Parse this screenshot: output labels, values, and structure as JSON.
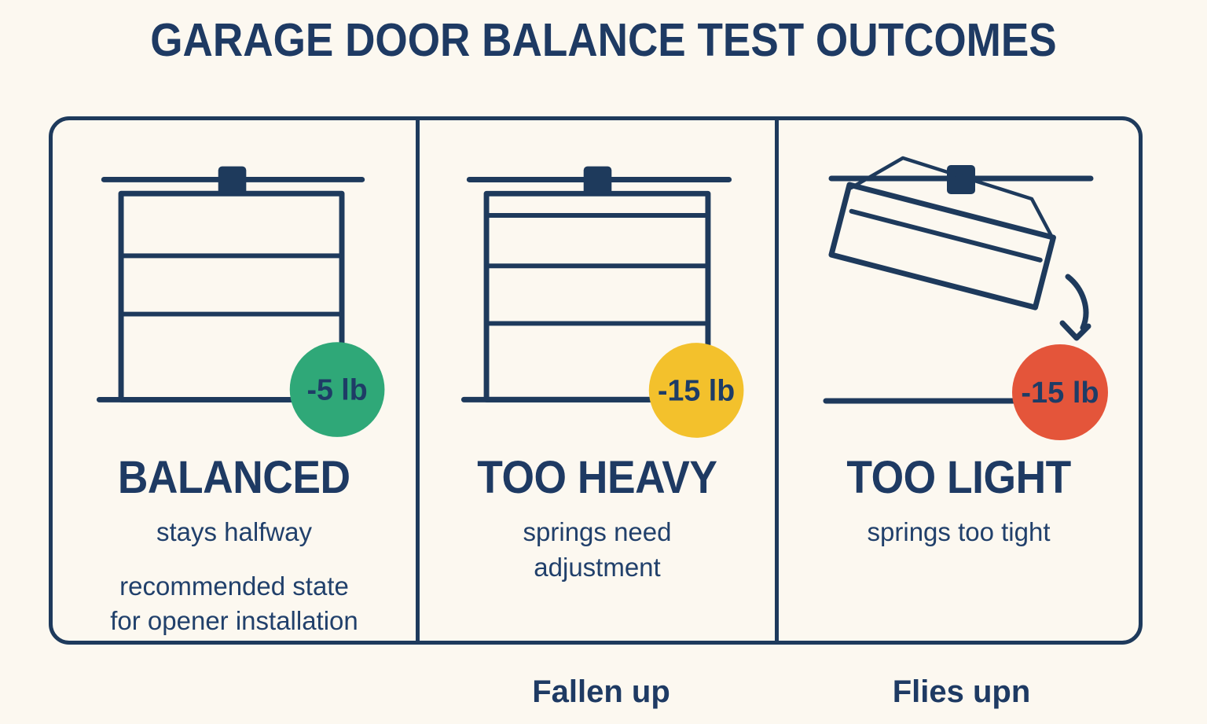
{
  "title": "GARAGE DOOR BALANCE TEST OUTCOMES",
  "panels": [
    {
      "heading": "BALANCED",
      "badge": "-5 lb",
      "sub1": "stays halfway",
      "sub2_line1": "recommended state",
      "sub2_line2": "for opener installation"
    },
    {
      "heading": "TOO HEAVY",
      "badge": "-15 lb",
      "sub1_line1": "springs need",
      "sub1_line2": "adjustment",
      "footer": "Fallen up"
    },
    {
      "heading": "TOO LIGHT",
      "badge": "-15 lb",
      "sub1": "springs too tight",
      "footer": "Flies upn"
    }
  ],
  "colors": {
    "navy": "#1e3a5c",
    "green": "#2fa878",
    "yellow": "#f3c12c",
    "red": "#e4553a",
    "background": "#fcf8f0"
  }
}
